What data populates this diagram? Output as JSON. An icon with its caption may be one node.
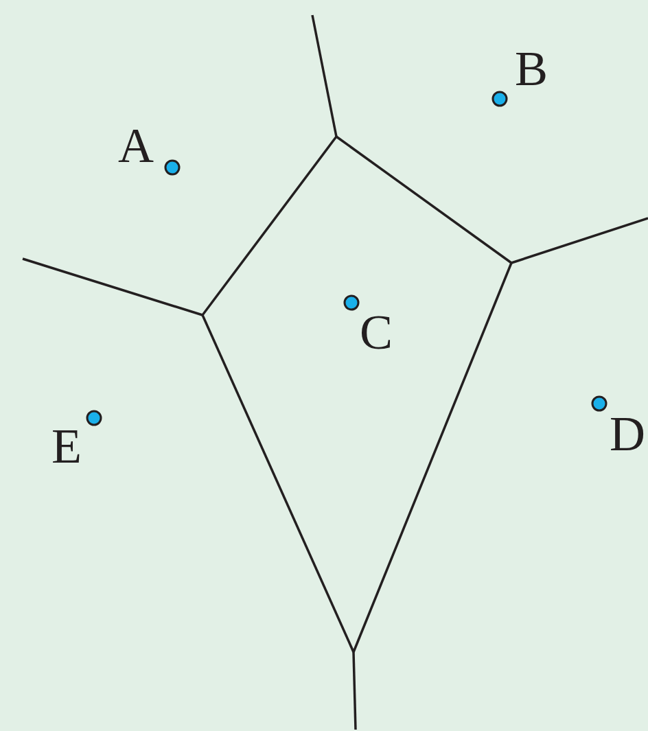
{
  "diagram": {
    "labels": [
      "B",
      "A",
      "C",
      "D",
      "E"
    ]
  }
}
